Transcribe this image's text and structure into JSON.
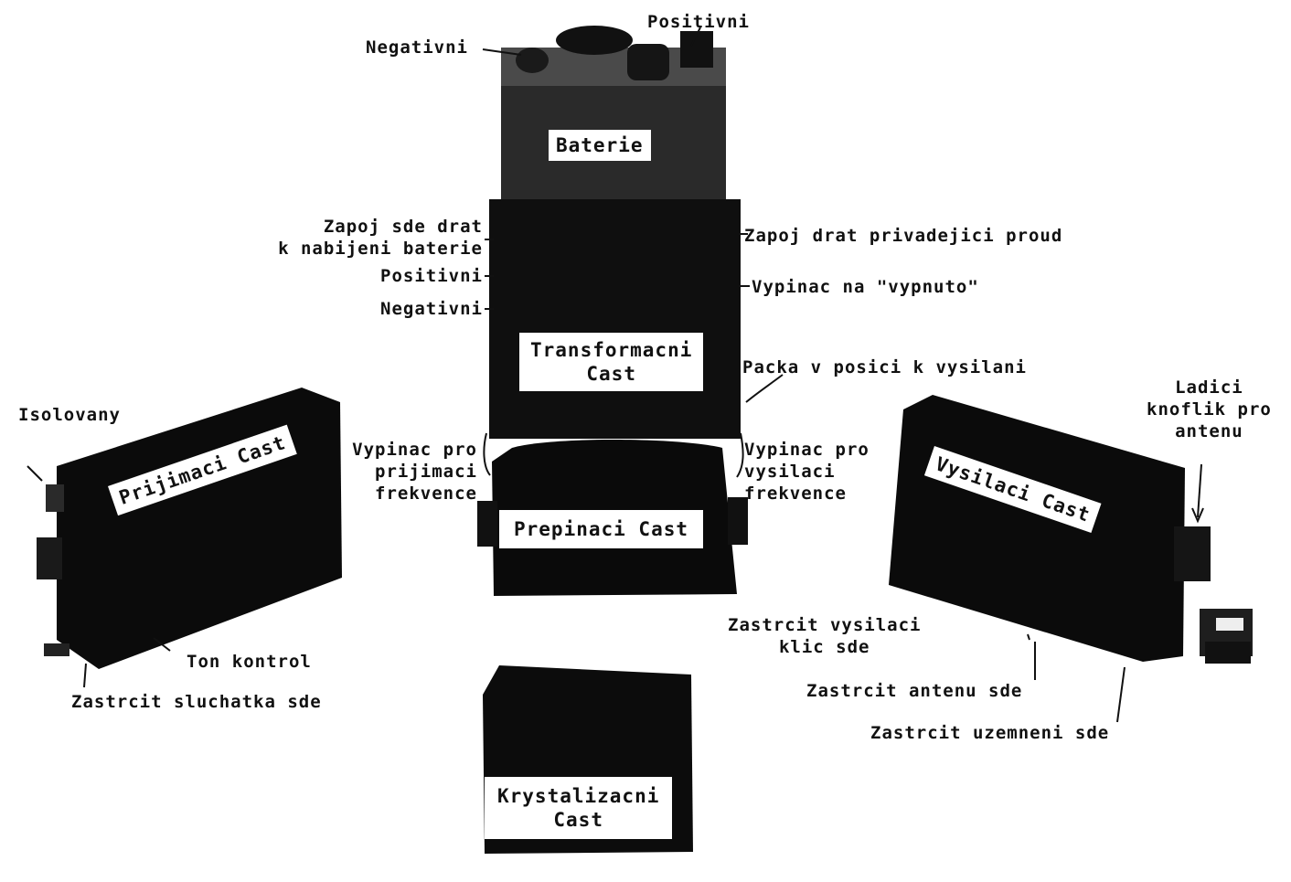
{
  "callouts": {
    "negativni_top": "Negativni",
    "positivni_top": "Positivni",
    "zapoj_left_1": "Zapoj sde drat",
    "zapoj_left_2": "k nabijeni baterie",
    "positivni_mid": "Positivni",
    "negativni_mid": "Negativni",
    "zapoj_right": "Zapoj drat privadejici proud",
    "vypinac_vypnuto": "Vypinac na \"vypnuto\"",
    "packa": "Packa v posici k vysilani",
    "izolovany": "Isolovany",
    "vyp_prij_1": "Vypinac pro",
    "vyp_prij_2": "prijimaci",
    "vyp_prij_3": "frekvence",
    "vyp_vys_1": "Vypinac pro",
    "vyp_vys_2": "vysilaci",
    "vyp_vys_3": "frekvence",
    "ladici_1": "Ladici",
    "ladici_2": "knoflik pro",
    "ladici_3": "antenu",
    "ton": "Ton kontrol",
    "sluchatka": "Zastrcit sluchatka sde",
    "klic_1": "Zastrcit vysilaci",
    "klic_2": "klic sde",
    "antena": "Zastrcit antenu sde",
    "uzemneni": "Zastrcit uzemneni sde"
  },
  "parts": {
    "baterie": "Baterie",
    "transformacni_1": "Transformacni",
    "transformacni_2": "Cast",
    "prijimaci": "Prijimaci Cast",
    "prepinaci": "Prepinaci Cast",
    "vysilaci": "Vysilaci Cast",
    "krystalizacni_1": "Krystalizacni",
    "krystalizacni_2": "Cast"
  }
}
